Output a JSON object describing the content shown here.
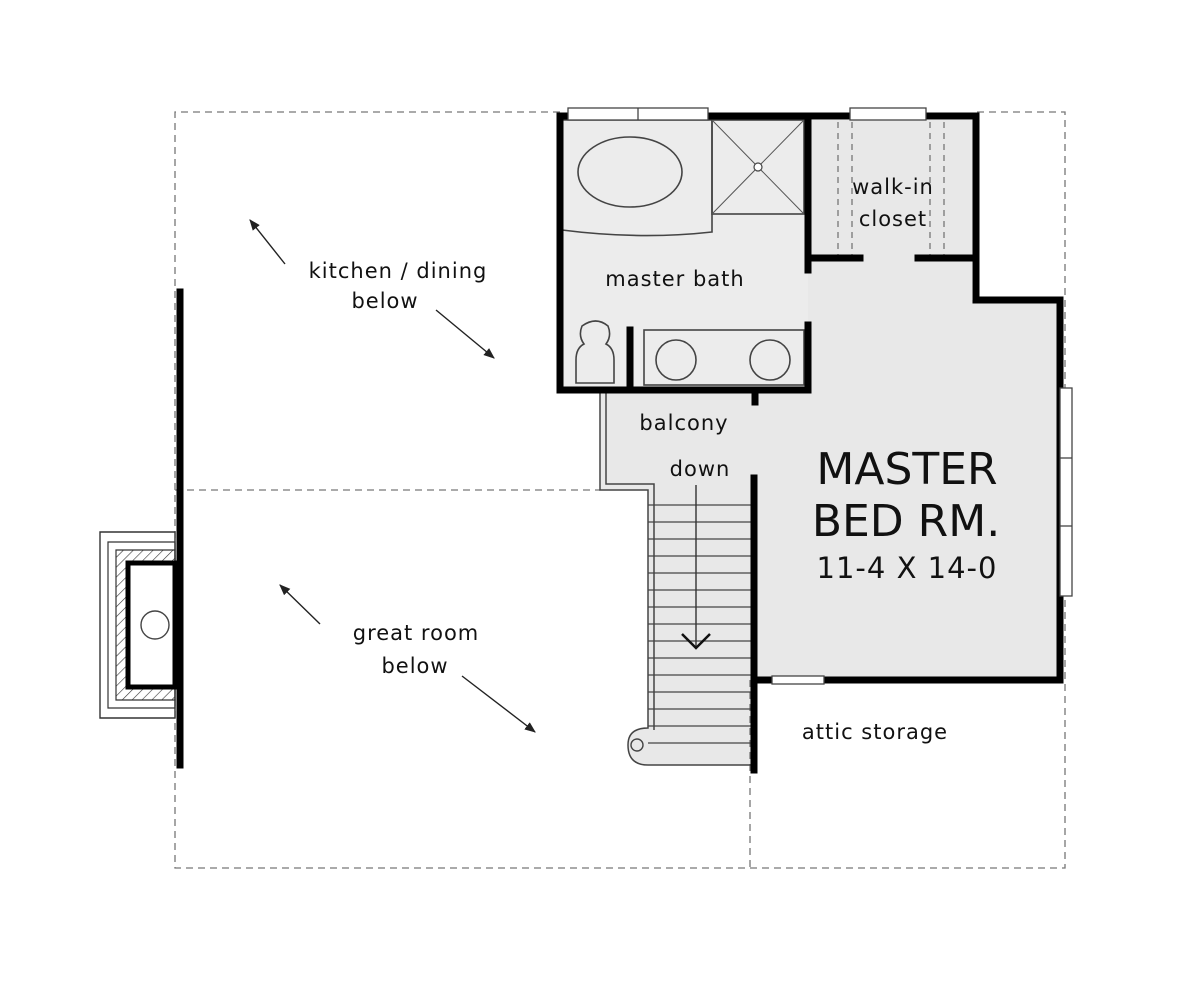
{
  "labels": {
    "kitchen_line1": "kitchen / dining",
    "kitchen_line2": "below",
    "master_bath": "master bath",
    "walkin_line1": "walk-in",
    "walkin_line2": "closet",
    "balcony": "balcony",
    "down": "down",
    "great_line1": "great room",
    "great_line2": "below",
    "attic": "attic storage",
    "bed_line1": "MASTER",
    "bed_line2": "BED RM.",
    "bed_dims": "11-4 X 14-0"
  }
}
